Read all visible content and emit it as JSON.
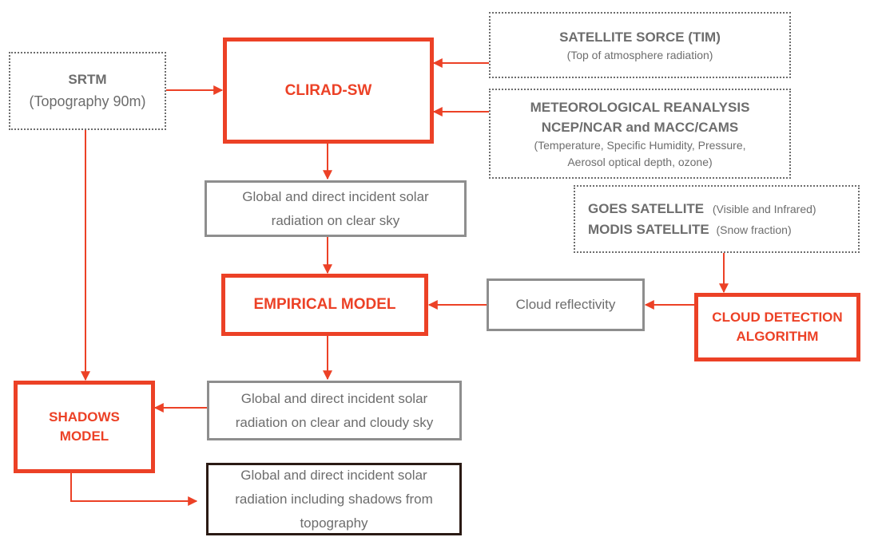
{
  "nodes": {
    "srtm": {
      "title": "SRTM",
      "subtitle": "(Topography 90m)"
    },
    "clirad": {
      "title": "CLIRAD-SW"
    },
    "satellite_source": {
      "title": "SATELLITE SORCE (TIM)",
      "subtitle": "(Top of atmosphere radiation)"
    },
    "met_reanalysis": {
      "title_line1": "METEOROLOGICAL REANALYSIS",
      "title_line2": "NCEP/NCAR and MACC/CAMS",
      "detail_line1": "(Temperature, Specific Humidity, Pressure,",
      "detail_line2": "Aerosol optical depth, ozone)"
    },
    "goes_modis": {
      "goes_label": "GOES SATELLITE",
      "goes_detail": "(Visible and Infrared)",
      "modis_label": "MODIS SATELLITE",
      "modis_detail": "(Snow fraction)"
    },
    "clear_sky": {
      "line1": "Global and direct incident solar",
      "line2": "radiation on clear sky"
    },
    "empirical_model": {
      "title": "EMPIRICAL MODEL"
    },
    "cloud_reflectivity": {
      "title": "Cloud reflectivity"
    },
    "cloud_detection": {
      "line1": "CLOUD DETECTION",
      "line2": "ALGORITHM"
    },
    "clear_cloudy_sky": {
      "line1": "Global and direct incident solar",
      "line2": "radiation on clear and cloudy sky"
    },
    "shadows_model": {
      "line1": "SHADOWS",
      "line2": "MODEL"
    },
    "with_shadows": {
      "line1": "Global and direct incident solar",
      "line2": "radiation including shadows from",
      "line3": "topography"
    }
  },
  "colors": {
    "accent": "#ec4126",
    "text": "#6d6d6d",
    "box_border": "#8e8e8e",
    "final_border": "#2a1a14"
  }
}
